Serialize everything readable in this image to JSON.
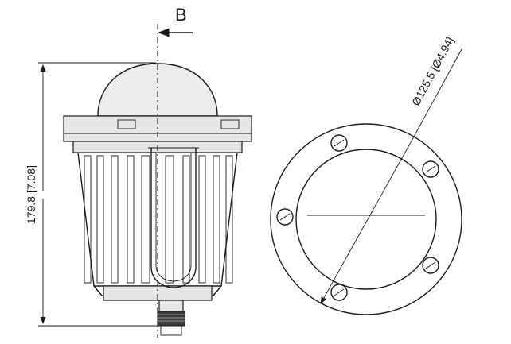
{
  "drawing": {
    "section_label": "B",
    "height_dimension": "179.8 [7.08]",
    "diameter_dimension": "Ø125.5 [Ø4.94]"
  }
}
